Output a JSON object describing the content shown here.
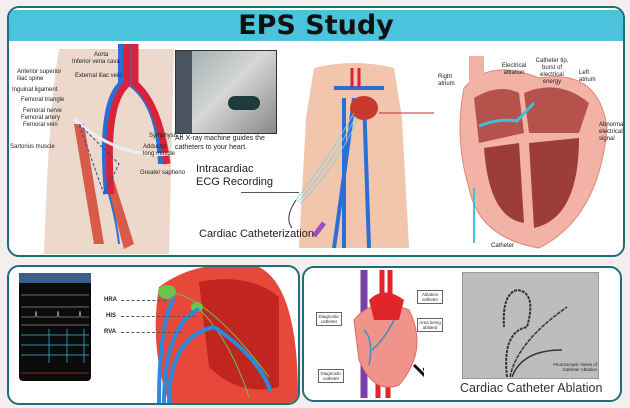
{
  "title": "EPS Study",
  "femoral_diagram": {
    "labels": [
      "Aorta",
      "Inferior vena cava",
      "External iliac vein",
      "Anterior superior iliac spine",
      "Inguinal ligament",
      "Femoral triangle",
      "Femoral nerve",
      "Femoral artery",
      "Femoral vein",
      "Sartorius muscle",
      "Symphysis p",
      "Adductor long muscle",
      "Greater sapheno"
    ]
  },
  "xray_photo": {
    "caption": "An X-ray machine guides the catheters to your heart."
  },
  "body_diagram": {
    "label_ecg": "Intracardiac ECG Recording",
    "label_cath": "Cardiac Catheterization"
  },
  "heart_ablation_diagram": {
    "labels": [
      "Right atrium",
      "Electrical ablation",
      "Catheter tip, burst of electrical energy",
      "Left atrium",
      "Abnormal electrical signal",
      "Catheter"
    ]
  },
  "ecg_panel": {
    "leads": [
      "HRA",
      "HIS",
      "RVA"
    ]
  },
  "ablation_panel": {
    "labels": [
      "Diagnostic catheter",
      "Ablation catheter",
      "Area being ablated",
      "Diagnostic catheter"
    ],
    "fluoro_caption": "Fluoroscopic Views of Catheter Ablation",
    "title": "Cardiac Catheter Ablation"
  },
  "colors": {
    "accent": "#4cc3dc",
    "border": "#1f6f7a",
    "artery": "#d9233a",
    "vein": "#2a6fd6",
    "heart": "#e8483a",
    "conduction": "#6cc24a"
  }
}
